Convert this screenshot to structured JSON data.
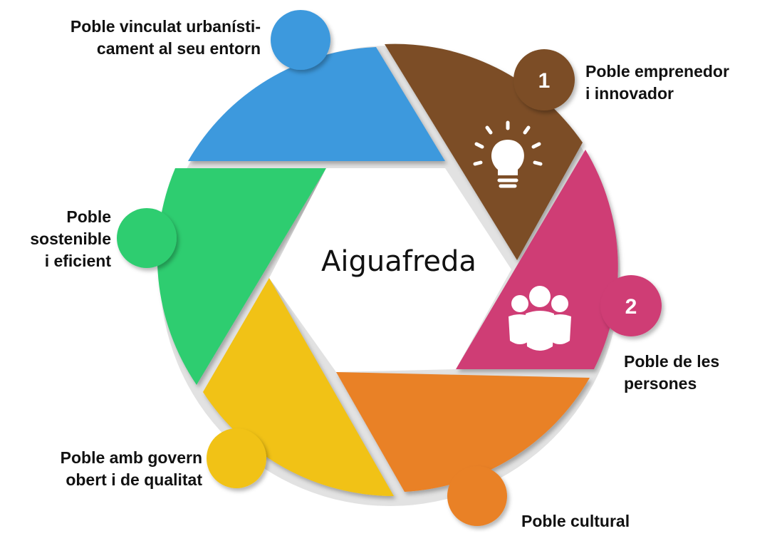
{
  "center": {
    "title": "Aiguafreda"
  },
  "colors": {
    "top": "#3d99dd",
    "upper_right": "#7b4e25",
    "lower_right": "#cf3c74",
    "bottom": "#e98127",
    "lower_left": "#f1c212",
    "upper_left": "#2ecd70"
  },
  "segments": [
    {
      "key": "upper_left",
      "label_lines": [
        "Poble",
        "sostenible",
        "i eficient"
      ],
      "number": "",
      "icon": ""
    },
    {
      "key": "top",
      "label_lines": [
        "Poble vinculat urbanísti-",
        "cament al seu entorn"
      ],
      "number": "",
      "icon": ""
    },
    {
      "key": "upper_right",
      "label_lines": [
        "Poble emprenedor",
        "i innovador"
      ],
      "number": "1",
      "icon": "lightbulb-icon"
    },
    {
      "key": "lower_right",
      "label_lines": [
        "Poble de les",
        "persones"
      ],
      "number": "2",
      "icon": "people-group-icon"
    },
    {
      "key": "bottom",
      "label_lines": [
        "Poble cultural"
      ],
      "number": "",
      "icon": ""
    },
    {
      "key": "lower_left",
      "label_lines": [
        "Poble amb govern",
        "obert i de qualitat"
      ],
      "number": "",
      "icon": ""
    }
  ]
}
